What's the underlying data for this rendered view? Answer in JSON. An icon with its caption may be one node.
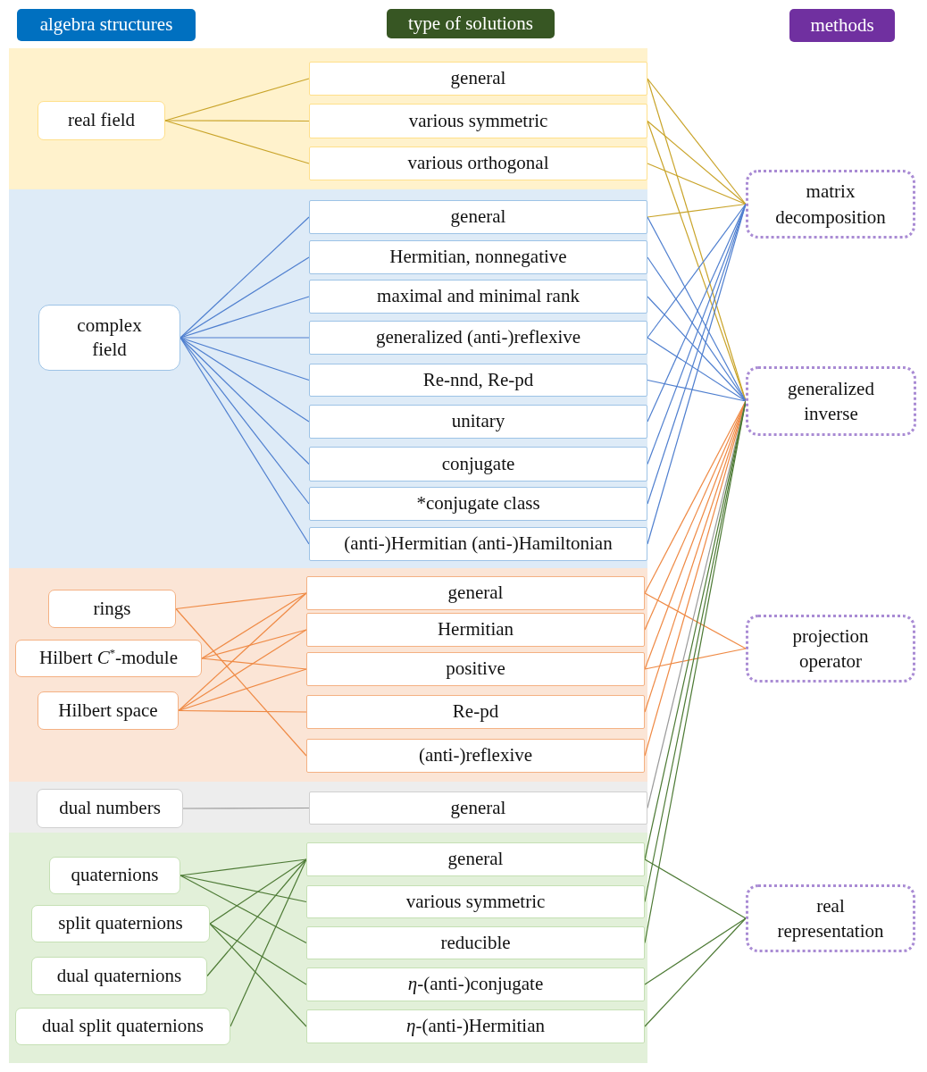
{
  "diagram": {
    "nodes": [
      {
        "text": [
          "algebra structures"
        ]
      },
      {
        "text": [
          "type of solutions"
        ]
      },
      {
        "text": [
          "methods"
        ]
      },
      {
        "text": [],
        "shape": "band"
      },
      {
        "text": [
          "real field"
        ],
        "in": 3
      },
      {
        "text": [
          "general"
        ],
        "in": 3
      },
      {
        "text": [
          "various symmetric"
        ],
        "in": 3
      },
      {
        "text": [
          "various orthogonal"
        ],
        "in": 3
      },
      {
        "text": [],
        "shape": "band"
      },
      {
        "text": [
          "complex field"
        ],
        "in": 8
      },
      {
        "text": [
          "general"
        ],
        "in": 8
      },
      {
        "text": [
          "Hermitian, nonnegative"
        ],
        "in": 8
      },
      {
        "text": [
          "maximal and minimal rank"
        ],
        "in": 8
      },
      {
        "text": [
          "generalized (anti-)reflexive"
        ],
        "in": 8
      },
      {
        "text": [
          "Re-nnd, Re-pd"
        ],
        "in": 8
      },
      {
        "text": [
          "unitary"
        ],
        "in": 8
      },
      {
        "text": [
          "conjugate"
        ],
        "in": 8
      },
      {
        "text": [
          "*conjugate class"
        ],
        "in": 8
      },
      {
        "text": [
          "(anti-)Hermitian (anti-)Hamiltonian"
        ],
        "in": 8
      },
      {
        "text": [],
        "shape": "band"
      },
      {
        "text": [
          "rings"
        ],
        "in": 19
      },
      {
        "text": [
          "Hilbert *C*$^{*}$-module"
        ],
        "in": 19
      },
      {
        "text": [
          "Hilbert space"
        ],
        "in": 19
      },
      {
        "text": [
          "general"
        ],
        "in": 19
      },
      {
        "text": [
          "Hermitian"
        ],
        "in": 19
      },
      {
        "text": [
          "positive"
        ],
        "in": 19
      },
      {
        "text": [
          "Re-pd"
        ],
        "in": 19
      },
      {
        "text": [
          "(anti-)reflexive"
        ],
        "in": 19
      },
      {
        "text": [],
        "shape": "band"
      },
      {
        "text": [
          "dual numbers"
        ],
        "in": 28
      },
      {
        "text": [
          "general"
        ],
        "in": 28
      },
      {
        "text": [],
        "shape": "band"
      },
      {
        "text": [
          "quaternions"
        ],
        "in": 31
      },
      {
        "text": [
          "split quaternions"
        ],
        "in": 31
      },
      {
        "text": [
          "dual quaternions"
        ],
        "in": 31
      },
      {
        "text": [
          "dual split quaternions"
        ],
        "in": 31
      },
      {
        "text": [
          "general"
        ],
        "in": 31
      },
      {
        "text": [
          "various symmetric"
        ],
        "in": 31
      },
      {
        "text": [
          "reducible"
        ],
        "in": 31
      },
      {
        "text": [
          "*η*-(anti-)conjugate"
        ],
        "in": 31
      },
      {
        "text": [
          "*η*-(anti-)Hermitian"
        ],
        "in": 31
      },
      {
        "text": [
          "matrix decomposition"
        ]
      },
      {
        "text": [
          "generalized inverse"
        ]
      },
      {
        "text": [
          "projection operator"
        ]
      },
      {
        "text": [
          "real representation"
        ]
      }
    ],
    "edges": [
      {
        "from": 4,
        "to": 5,
        "arrow": "none",
        "color": "#c9a42a"
      },
      {
        "from": 4,
        "to": 6,
        "arrow": "none",
        "color": "#c9a42a"
      },
      {
        "from": 4,
        "to": 7,
        "arrow": "none",
        "color": "#c9a42a"
      },
      {
        "from": 9,
        "to": 10,
        "arrow": "none",
        "color": "#4f7fcf"
      },
      {
        "from": 9,
        "to": 11,
        "arrow": "none",
        "color": "#4f7fcf"
      },
      {
        "from": 9,
        "to": 12,
        "arrow": "none",
        "color": "#4f7fcf"
      },
      {
        "from": 9,
        "to": 13,
        "arrow": "none",
        "color": "#4f7fcf"
      },
      {
        "from": 9,
        "to": 14,
        "arrow": "none",
        "color": "#4f7fcf"
      },
      {
        "from": 9,
        "to": 15,
        "arrow": "none",
        "color": "#4f7fcf"
      },
      {
        "from": 9,
        "to": 16,
        "arrow": "none",
        "color": "#4f7fcf"
      },
      {
        "from": 9,
        "to": 17,
        "arrow": "none",
        "color": "#4f7fcf"
      },
      {
        "from": 9,
        "to": 18,
        "arrow": "none",
        "color": "#4f7fcf"
      },
      {
        "from": 20,
        "to": 23,
        "arrow": "none",
        "color": "#ef8a45"
      },
      {
        "from": 20,
        "to": 27,
        "arrow": "none",
        "color": "#ef8a45"
      },
      {
        "from": 21,
        "to": 23,
        "arrow": "none",
        "color": "#ef8a45"
      },
      {
        "from": 21,
        "to": 24,
        "arrow": "none",
        "color": "#ef8a45"
      },
      {
        "from": 21,
        "to": 25,
        "arrow": "none",
        "color": "#ef8a45"
      },
      {
        "from": 22,
        "to": 23,
        "arrow": "none",
        "color": "#ef8a45"
      },
      {
        "from": 22,
        "to": 24,
        "arrow": "none",
        "color": "#ef8a45"
      },
      {
        "from": 22,
        "to": 25,
        "arrow": "none",
        "color": "#ef8a45"
      },
      {
        "from": 22,
        "to": 26,
        "arrow": "none",
        "color": "#ef8a45"
      },
      {
        "from": 29,
        "to": 30,
        "arrow": "none",
        "color": "#9a9a9a"
      },
      {
        "from": 32,
        "to": 36,
        "arrow": "none",
        "color": "#4d7a35"
      },
      {
        "from": 32,
        "to": 37,
        "arrow": "none",
        "color": "#4d7a35"
      },
      {
        "from": 32,
        "to": 38,
        "arrow": "none",
        "color": "#4d7a35"
      },
      {
        "from": 33,
        "to": 36,
        "arrow": "none",
        "color": "#4d7a35"
      },
      {
        "from": 33,
        "to": 39,
        "arrow": "none",
        "color": "#4d7a35"
      },
      {
        "from": 33,
        "to": 40,
        "arrow": "none",
        "color": "#4d7a35"
      },
      {
        "from": 34,
        "to": 36,
        "arrow": "none",
        "color": "#4d7a35"
      },
      {
        "from": 35,
        "to": 36,
        "arrow": "none",
        "color": "#4d7a35"
      },
      {
        "from": 5,
        "to": 41,
        "arrow": "none",
        "color": "#c9a42a"
      },
      {
        "from": 5,
        "to": 42,
        "arrow": "none",
        "color": "#c9a42a"
      },
      {
        "from": 6,
        "to": 41,
        "arrow": "none",
        "color": "#c9a42a"
      },
      {
        "from": 6,
        "to": 42,
        "arrow": "none",
        "color": "#c9a42a"
      },
      {
        "from": 7,
        "to": 41,
        "arrow": "none",
        "color": "#c9a42a"
      },
      {
        "from": 10,
        "to": 41,
        "arrow": "none",
        "color": "#c9a42a"
      },
      {
        "from": 10,
        "to": 42,
        "arrow": "none",
        "color": "#4f7fcf"
      },
      {
        "from": 11,
        "to": 42,
        "arrow": "none",
        "color": "#4f7fcf"
      },
      {
        "from": 12,
        "to": 42,
        "arrow": "none",
        "color": "#4f7fcf"
      },
      {
        "from": 13,
        "to": 41,
        "arrow": "none",
        "color": "#4f7fcf"
      },
      {
        "from": 13,
        "to": 42,
        "arrow": "none",
        "color": "#4f7fcf"
      },
      {
        "from": 14,
        "to": 42,
        "arrow": "none",
        "color": "#4f7fcf"
      },
      {
        "from": 15,
        "to": 41,
        "arrow": "none",
        "color": "#4f7fcf"
      },
      {
        "from": 16,
        "to": 41,
        "arrow": "none",
        "color": "#4f7fcf"
      },
      {
        "from": 17,
        "to": 41,
        "arrow": "none",
        "color": "#4f7fcf"
      },
      {
        "from": 18,
        "to": 41,
        "arrow": "none",
        "color": "#4f7fcf"
      },
      {
        "from": 23,
        "to": 42,
        "arrow": "none",
        "color": "#ef8a45"
      },
      {
        "from": 23,
        "to": 43,
        "arrow": "none",
        "color": "#ef8a45"
      },
      {
        "from": 24,
        "to": 42,
        "arrow": "none",
        "color": "#ef8a45"
      },
      {
        "from": 25,
        "to": 42,
        "arrow": "none",
        "color": "#ef8a45"
      },
      {
        "from": 25,
        "to": 43,
        "arrow": "none",
        "color": "#ef8a45"
      },
      {
        "from": 26,
        "to": 42,
        "arrow": "none",
        "color": "#ef8a45"
      },
      {
        "from": 27,
        "to": 42,
        "arrow": "none",
        "color": "#ef8a45"
      },
      {
        "from": 30,
        "to": 42,
        "arrow": "none",
        "color": "#9a9a9a"
      },
      {
        "from": 36,
        "to": 42,
        "arrow": "none",
        "color": "#4d7a35"
      },
      {
        "from": 36,
        "to": 44,
        "arrow": "none",
        "color": "#4d7a35"
      },
      {
        "from": 37,
        "to": 42,
        "arrow": "none",
        "color": "#4d7a35"
      },
      {
        "from": 38,
        "to": 42,
        "arrow": "none",
        "color": "#4d7a35"
      },
      {
        "from": 39,
        "to": 44,
        "arrow": "none",
        "color": "#4d7a35"
      },
      {
        "from": 40,
        "to": 44,
        "arrow": "none",
        "color": "#4d7a35"
      }
    ]
  }
}
